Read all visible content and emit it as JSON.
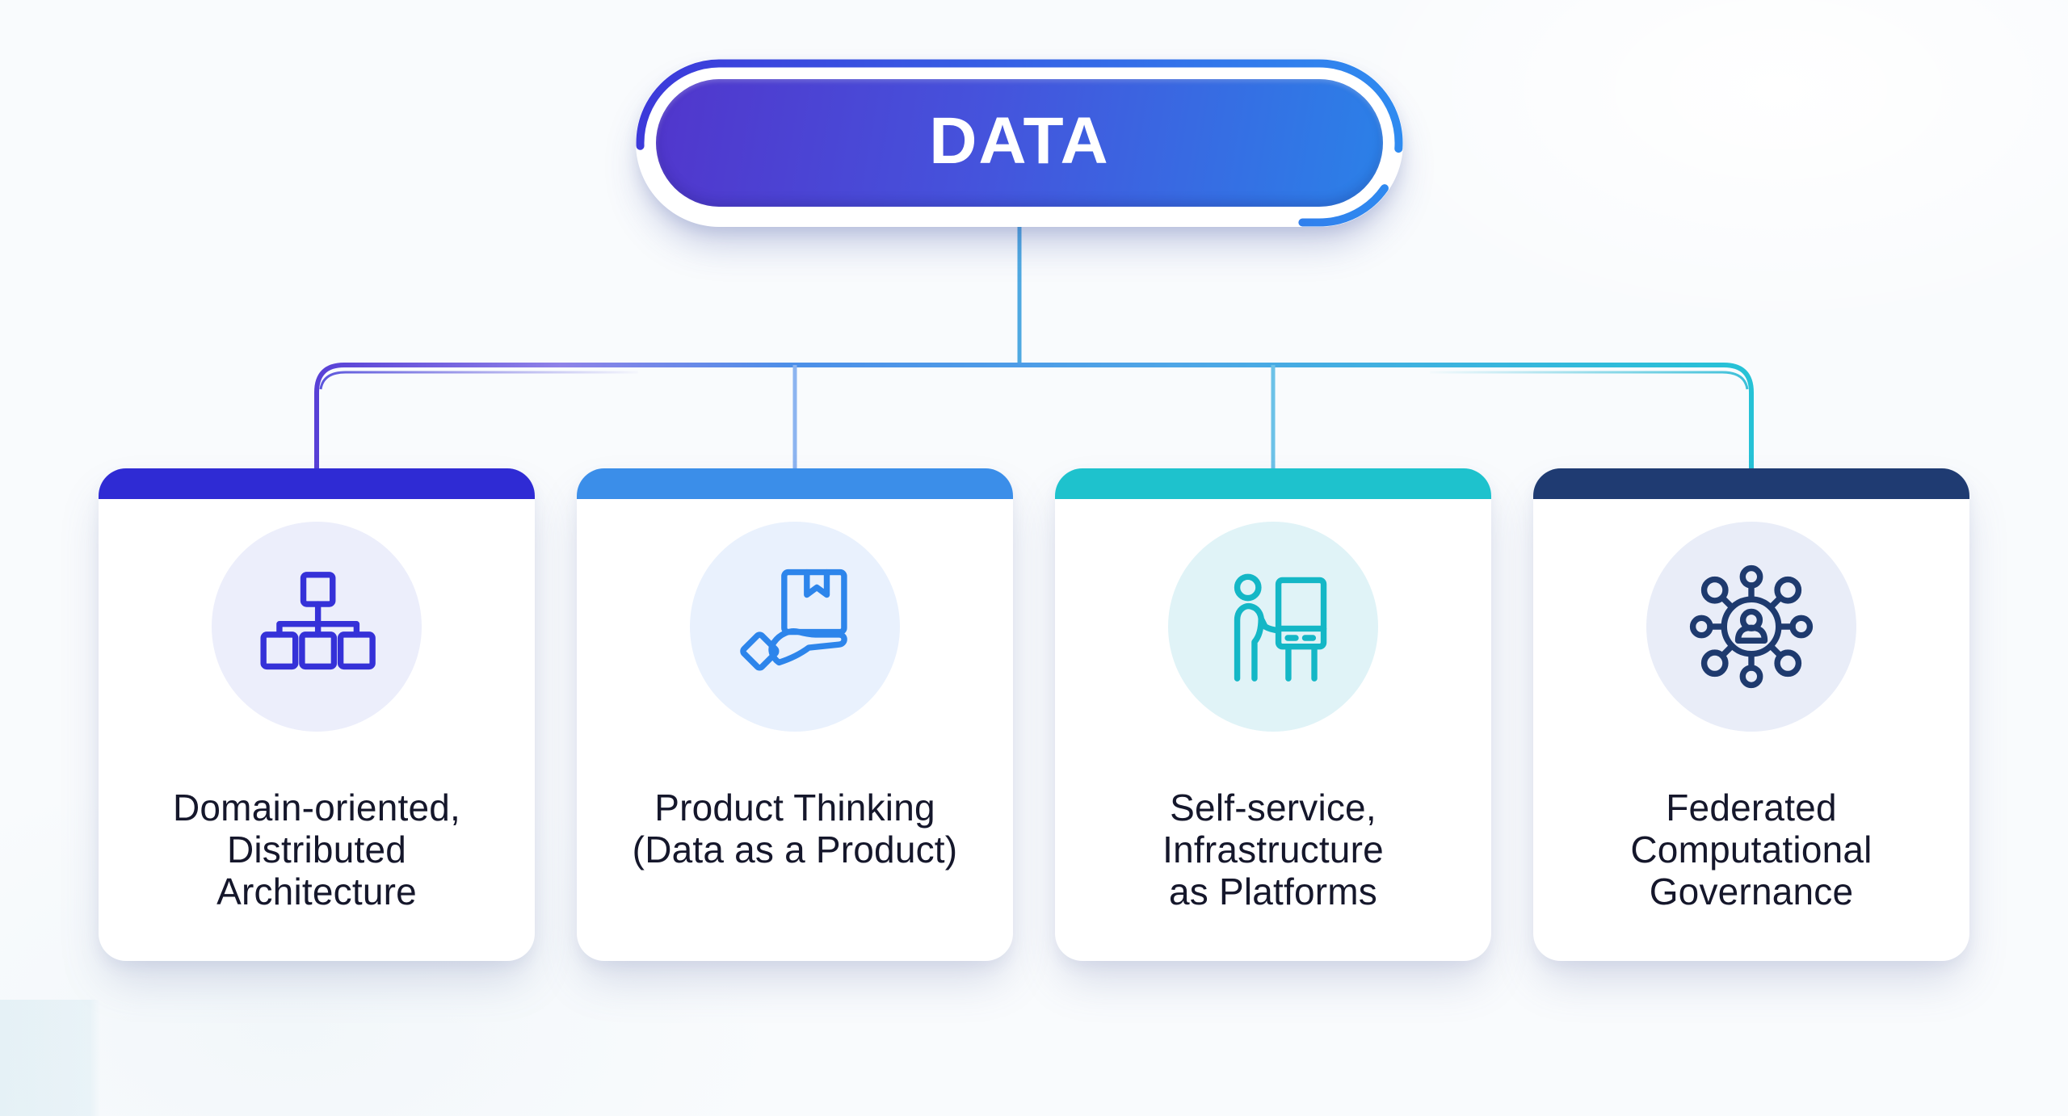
{
  "page": {
    "background": "#F9FBFD",
    "text_color": "#15172B"
  },
  "root_node": {
    "label": "DATA",
    "text_color": "#FFFFFF",
    "fill_gradient": {
      "left": "#5136CC",
      "mid": "#4553DC",
      "right": "#2B81E8"
    },
    "ring_gradient": {
      "left": "#3C39DA",
      "right": "#2F8BF0"
    }
  },
  "connectors": {
    "branch_gradient": [
      "#5840D6",
      "#8F82E8",
      "#4D8FE8",
      "#4FA6E6",
      "#26C2D6"
    ],
    "echo_left_color": "#4B44D8",
    "echo_right_color": "#28B9D5",
    "stem_color": "#4FA9E1",
    "drop_color_2": "#8CB4F0",
    "drop_color_3": "#6CC2E8"
  },
  "cards": [
    {
      "title_lines": [
        "Domain-oriented,",
        "Distributed",
        "Architecture"
      ],
      "header_color": "#2F2BD4",
      "icon": "sitemap-icon",
      "icon_color": "#3531D8",
      "icon_bg": "#ECEEFB"
    },
    {
      "title_lines": [
        "Product Thinking",
        "(Data as a Product)"
      ],
      "header_color": "#3B8EE9",
      "icon": "product-box-hand-icon",
      "icon_color": "#2D85EB",
      "icon_bg": "#E9F1FD"
    },
    {
      "title_lines": [
        "Self-service,",
        "Infrastructure",
        "as Platforms"
      ],
      "header_color": "#1EC2CD",
      "icon": "person-kiosk-icon",
      "icon_color": "#14B7C6",
      "icon_bg": "#E0F3F7"
    },
    {
      "title_lines": [
        "Federated",
        "Computational",
        "Governance"
      ],
      "header_color": "#1F3B72",
      "icon": "network-person-icon",
      "icon_color": "#1E3A6E",
      "icon_bg": "#E9EDF8"
    }
  ]
}
